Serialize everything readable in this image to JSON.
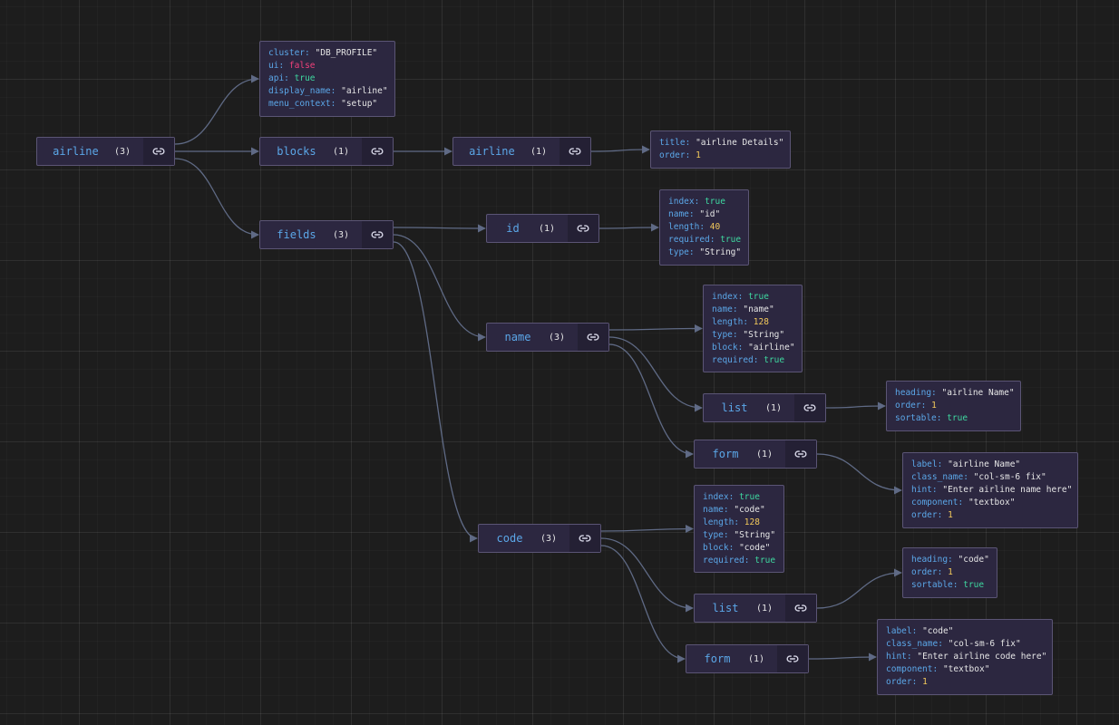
{
  "theme": {
    "key_color": "#5ba7e8",
    "string_color": "#e6e6e6",
    "true_color": "#3ed8a0",
    "false_color": "#f0407a",
    "number_color": "#f3c95b",
    "edge_color": "#5f6a85"
  },
  "nodes": [
    {
      "id": "n_airline_root",
      "label": "airline",
      "count": "(3)",
      "icon": "link-icon"
    },
    {
      "id": "n_blocks",
      "label": "blocks",
      "count": "(1)",
      "icon": "link-icon"
    },
    {
      "id": "n_blocks_airline",
      "label": "airline",
      "count": "(1)",
      "icon": "link-icon"
    },
    {
      "id": "n_fields",
      "label": "fields",
      "count": "(3)",
      "icon": "link-icon"
    },
    {
      "id": "n_id",
      "label": "id",
      "count": "(1)",
      "icon": "link-icon"
    },
    {
      "id": "n_name",
      "label": "name",
      "count": "(3)",
      "icon": "link-icon"
    },
    {
      "id": "n_name_list",
      "label": "list",
      "count": "(1)",
      "icon": "link-icon"
    },
    {
      "id": "n_name_form",
      "label": "form",
      "count": "(1)",
      "icon": "link-icon"
    },
    {
      "id": "n_code",
      "label": "code",
      "count": "(3)",
      "icon": "link-icon"
    },
    {
      "id": "n_code_list",
      "label": "list",
      "count": "(1)",
      "icon": "link-icon"
    },
    {
      "id": "n_code_form",
      "label": "form",
      "count": "(1)",
      "icon": "link-icon"
    }
  ],
  "objects": [
    {
      "id": "o_root",
      "rows": [
        {
          "key": "cluster:",
          "value": "\"DB_PROFILE\"",
          "kind": "string"
        },
        {
          "key": "ui:",
          "value": "false",
          "kind": "false"
        },
        {
          "key": "api:",
          "value": "true",
          "kind": "true"
        },
        {
          "key": "display_name:",
          "value": "\"airline\"",
          "kind": "string"
        },
        {
          "key": "menu_context:",
          "value": "\"setup\"",
          "kind": "string"
        }
      ]
    },
    {
      "id": "o_block_airline",
      "rows": [
        {
          "key": "title:",
          "value": "\"airline Details\"",
          "kind": "string"
        },
        {
          "key": "order:",
          "value": "1",
          "kind": "number"
        }
      ]
    },
    {
      "id": "o_id",
      "rows": [
        {
          "key": "index:",
          "value": "true",
          "kind": "true"
        },
        {
          "key": "name:",
          "value": "\"id\"",
          "kind": "string"
        },
        {
          "key": "length:",
          "value": "40",
          "kind": "number"
        },
        {
          "key": "required:",
          "value": "true",
          "kind": "true"
        },
        {
          "key": "type:",
          "value": "\"String\"",
          "kind": "string"
        }
      ]
    },
    {
      "id": "o_name",
      "rows": [
        {
          "key": "index:",
          "value": "true",
          "kind": "true"
        },
        {
          "key": "name:",
          "value": "\"name\"",
          "kind": "string"
        },
        {
          "key": "length:",
          "value": "128",
          "kind": "number"
        },
        {
          "key": "type:",
          "value": "\"String\"",
          "kind": "string"
        },
        {
          "key": "block:",
          "value": "\"airline\"",
          "kind": "string"
        },
        {
          "key": "required:",
          "value": "true",
          "kind": "true"
        }
      ]
    },
    {
      "id": "o_name_list",
      "rows": [
        {
          "key": "heading:",
          "value": "\"airline Name\"",
          "kind": "string"
        },
        {
          "key": "order:",
          "value": "1",
          "kind": "number"
        },
        {
          "key": "sortable:",
          "value": "true",
          "kind": "true"
        }
      ]
    },
    {
      "id": "o_name_form",
      "rows": [
        {
          "key": "label:",
          "value": "\"airline Name\"",
          "kind": "string"
        },
        {
          "key": "class_name:",
          "value": "\"col-sm-6 fix\"",
          "kind": "string"
        },
        {
          "key": "hint:",
          "value": "\"Enter airline name here\"",
          "kind": "string"
        },
        {
          "key": "component:",
          "value": "\"textbox\"",
          "kind": "string"
        },
        {
          "key": "order:",
          "value": "1",
          "kind": "number"
        }
      ]
    },
    {
      "id": "o_code",
      "rows": [
        {
          "key": "index:",
          "value": "true",
          "kind": "true"
        },
        {
          "key": "name:",
          "value": "\"code\"",
          "kind": "string"
        },
        {
          "key": "length:",
          "value": "128",
          "kind": "number"
        },
        {
          "key": "type:",
          "value": "\"String\"",
          "kind": "string"
        },
        {
          "key": "block:",
          "value": "\"code\"",
          "kind": "string"
        },
        {
          "key": "required:",
          "value": "true",
          "kind": "true"
        }
      ]
    },
    {
      "id": "o_code_list",
      "rows": [
        {
          "key": "heading:",
          "value": "\"code\"",
          "kind": "string"
        },
        {
          "key": "order:",
          "value": "1",
          "kind": "number"
        },
        {
          "key": "sortable:",
          "value": "true",
          "kind": "true"
        }
      ]
    },
    {
      "id": "o_code_form",
      "rows": [
        {
          "key": "label:",
          "value": "\"code\"",
          "kind": "string"
        },
        {
          "key": "class_name:",
          "value": "\"col-sm-6 fix\"",
          "kind": "string"
        },
        {
          "key": "hint:",
          "value": "\"Enter airline code here\"",
          "kind": "string"
        },
        {
          "key": "component:",
          "value": "\"textbox\"",
          "kind": "string"
        },
        {
          "key": "order:",
          "value": "1",
          "kind": "number"
        }
      ]
    }
  ],
  "edges": [
    {
      "from": "n_airline_root",
      "to": "o_root"
    },
    {
      "from": "n_airline_root",
      "to": "n_blocks"
    },
    {
      "from": "n_airline_root",
      "to": "n_fields"
    },
    {
      "from": "n_blocks",
      "to": "n_blocks_airline"
    },
    {
      "from": "n_blocks_airline",
      "to": "o_block_airline"
    },
    {
      "from": "n_fields",
      "to": "n_id"
    },
    {
      "from": "n_fields",
      "to": "n_name"
    },
    {
      "from": "n_fields",
      "to": "n_code"
    },
    {
      "from": "n_id",
      "to": "o_id"
    },
    {
      "from": "n_name",
      "to": "o_name"
    },
    {
      "from": "n_name",
      "to": "n_name_list"
    },
    {
      "from": "n_name",
      "to": "n_name_form"
    },
    {
      "from": "n_name_list",
      "to": "o_name_list"
    },
    {
      "from": "n_name_form",
      "to": "o_name_form"
    },
    {
      "from": "n_code",
      "to": "o_code"
    },
    {
      "from": "n_code",
      "to": "n_code_list"
    },
    {
      "from": "n_code",
      "to": "n_code_form"
    },
    {
      "from": "n_code_list",
      "to": "o_code_list"
    },
    {
      "from": "n_code_form",
      "to": "o_code_form"
    }
  ]
}
